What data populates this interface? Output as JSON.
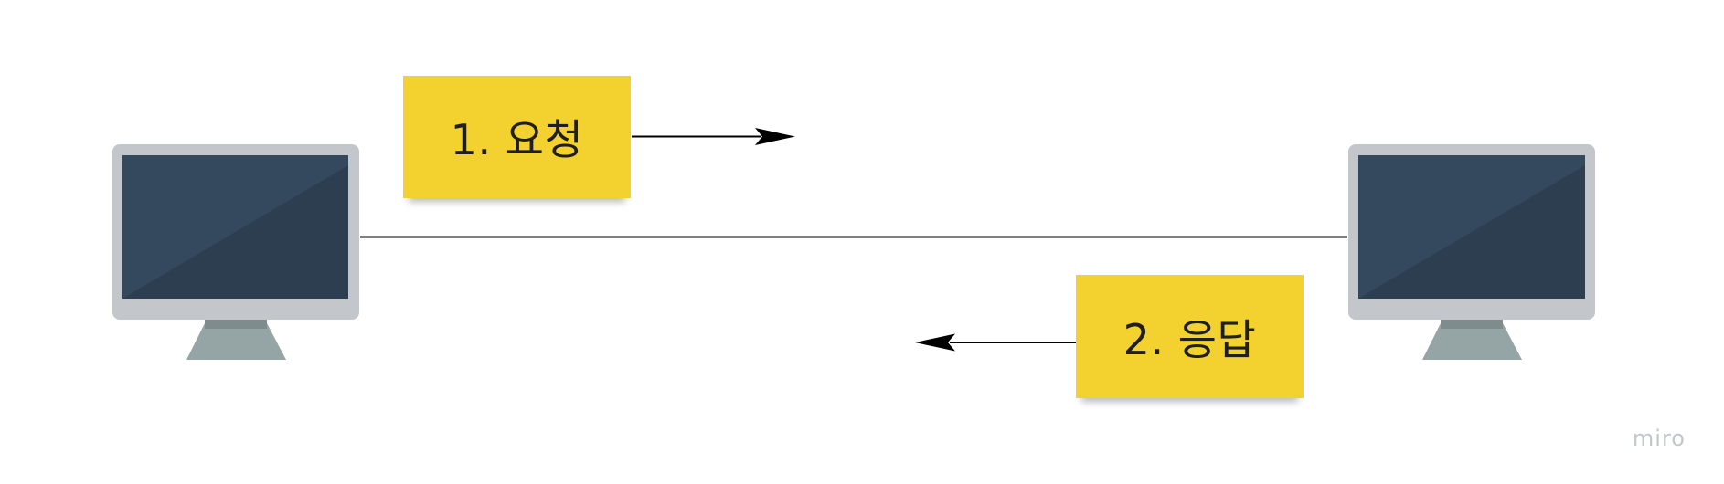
{
  "diagram": {
    "left_computer": {
      "icon": "desktop-monitor-icon"
    },
    "right_computer": {
      "icon": "desktop-monitor-icon"
    },
    "connection": {
      "icon": "network-link"
    },
    "request_note": {
      "label": "1. 요청",
      "color": "#f3d22f",
      "arrow_direction": "right"
    },
    "response_note": {
      "label": "2. 응답",
      "color": "#f3d22f",
      "arrow_direction": "left"
    }
  },
  "watermark": {
    "text": "miro"
  },
  "colors": {
    "monitor_bezel": "#c3c7cc",
    "screen_light": "#34495e",
    "screen_dark": "#2c3e50",
    "stand": "#95a5a6",
    "line": "#000000",
    "sticky": "#f3d22f"
  }
}
